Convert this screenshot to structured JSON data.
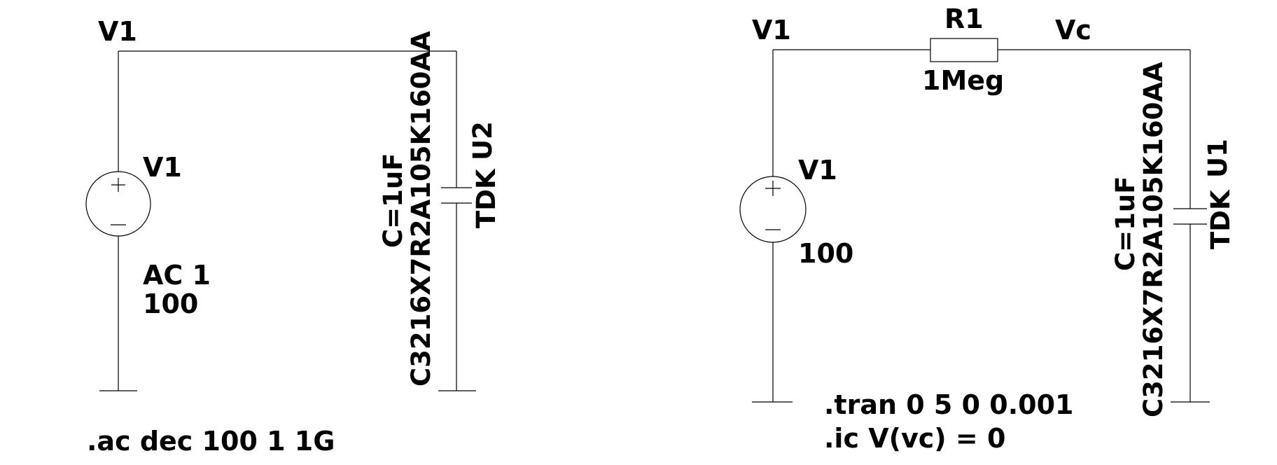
{
  "circuit_ac": {
    "net_top_label": "V1",
    "source": {
      "name": "V1",
      "ac_spec": "AC 1",
      "dc_value": "100"
    },
    "capacitor": {
      "instance": "U2",
      "manufacturer": "TDK",
      "value": "C=1uF",
      "part_number": "C3216X7R2A105K160AA"
    },
    "directive": ".ac dec 100 1 1G"
  },
  "circuit_tran": {
    "net_top_label": "V1",
    "resistor": {
      "name": "R1",
      "value": "1Meg"
    },
    "net_cap_label": "Vc",
    "source": {
      "name": "V1",
      "dc_value": "100"
    },
    "capacitor": {
      "instance": "U1",
      "manufacturer": "TDK",
      "value": "C=1uF",
      "part_number": "C3216X7R2A105K160AA"
    },
    "directive_tran": ".tran 0 5 0 0.001",
    "directive_ic": ".ic V(vc) = 0"
  },
  "icons": {
    "voltage_source": "voltage-source-icon",
    "capacitor": "capacitor-icon",
    "resistor": "resistor-icon",
    "ground": "ground-icon"
  }
}
